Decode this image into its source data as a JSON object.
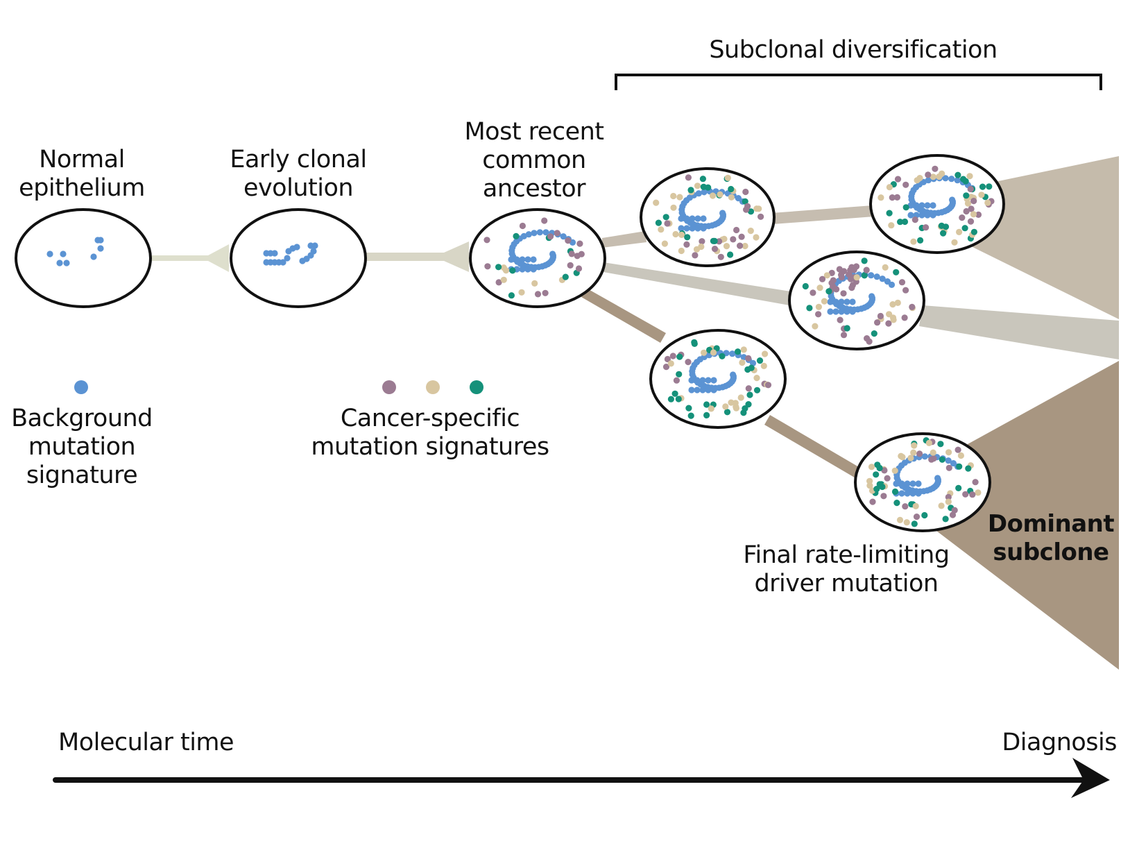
{
  "title": "Subclonal diversification",
  "stages": [
    {
      "id": "normal",
      "label": "Normal\nepithelium"
    },
    {
      "id": "early",
      "label": "Early clonal\nevolution"
    },
    {
      "id": "mrca",
      "label": "Most recent\ncommon\nancestor"
    }
  ],
  "legend": {
    "background": {
      "label": "Background\nmutation\nsignature",
      "color": "#5b93d3"
    },
    "cancer": {
      "label": "Cancer-specific\nmutation signatures",
      "colors": [
        "#9b7b92",
        "#d8c6a0",
        "#15917a"
      ]
    }
  },
  "annotations": {
    "final_driver": "Final rate-limiting\ndriver mutation",
    "dominant": "Dominant\nsubclone"
  },
  "axis": {
    "start_label": "Molecular time",
    "end_label": "Diagnosis"
  },
  "colors": {
    "background_mutation": "#5b93d3",
    "cancer_purple": "#9b7b92",
    "cancer_tan": "#d8c6a0",
    "cancer_teal": "#15917a",
    "branch_light": "#c6bdb0",
    "branch_gray": "#c9c6bc",
    "branch_dark": "#a89681",
    "connector_pale": "#dedfcd",
    "outline": "#111111"
  }
}
